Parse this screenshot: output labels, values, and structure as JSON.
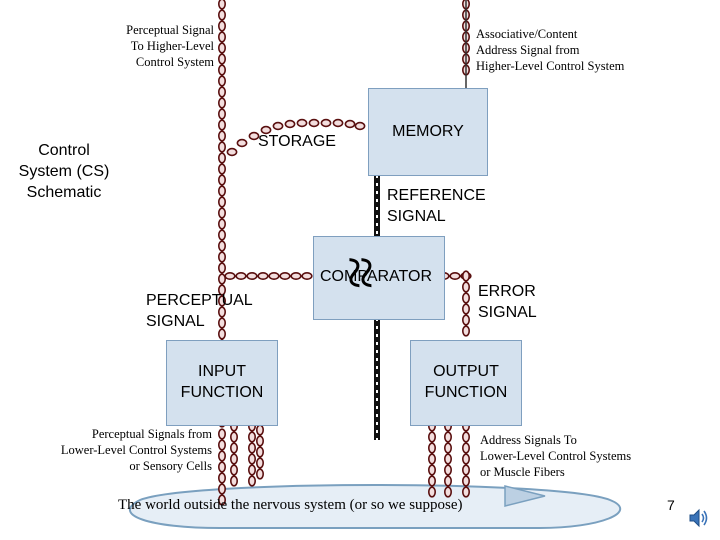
{
  "slide": {
    "number": "7"
  },
  "title": {
    "lines": [
      "Control",
      "System (CS)",
      "Schematic"
    ]
  },
  "captions": {
    "perceptual_higher": [
      "Perceptual Signal",
      "To Higher-Level",
      "Control System"
    ],
    "associative": [
      "Associative/Content",
      "Address Signal from",
      "Higher-Level Control System"
    ],
    "perceptual_lower": [
      "Perceptual Signals from",
      "Lower-Level Control Systems",
      "or Sensory Cells"
    ],
    "address_lower": [
      "Address Signals To",
      "Lower-Level Control Systems",
      "or Muscle Fibers"
    ]
  },
  "labels": {
    "storage": "STORAGE",
    "memory": "MEMORY",
    "reference_signal": [
      "REFERENCE",
      "SIGNAL"
    ],
    "comparator": "COMPARATOR",
    "comparator_symbol": "≈",
    "perceptual_signal": [
      "PERCEPTUAL",
      "SIGNAL"
    ],
    "error_signal": [
      "ERROR",
      "SIGNAL"
    ],
    "input_function": [
      "INPUT",
      "FUNCTION"
    ],
    "output_function": [
      "OUTPUT",
      "FUNCTION"
    ]
  },
  "world_loop": {
    "text": "The world outside the nervous system (or so we suppose)"
  },
  "colors": {
    "box_fill": "#d4e1ee",
    "box_border": "#7f9fbf",
    "axon_fill": "#f3dede",
    "axon_stroke": "#5a1010",
    "reference_line": "#111111",
    "loop_fill": "#e6eef6",
    "loop_stroke": "#7aa0bf"
  },
  "icons": {
    "speaker": "speaker-icon"
  }
}
